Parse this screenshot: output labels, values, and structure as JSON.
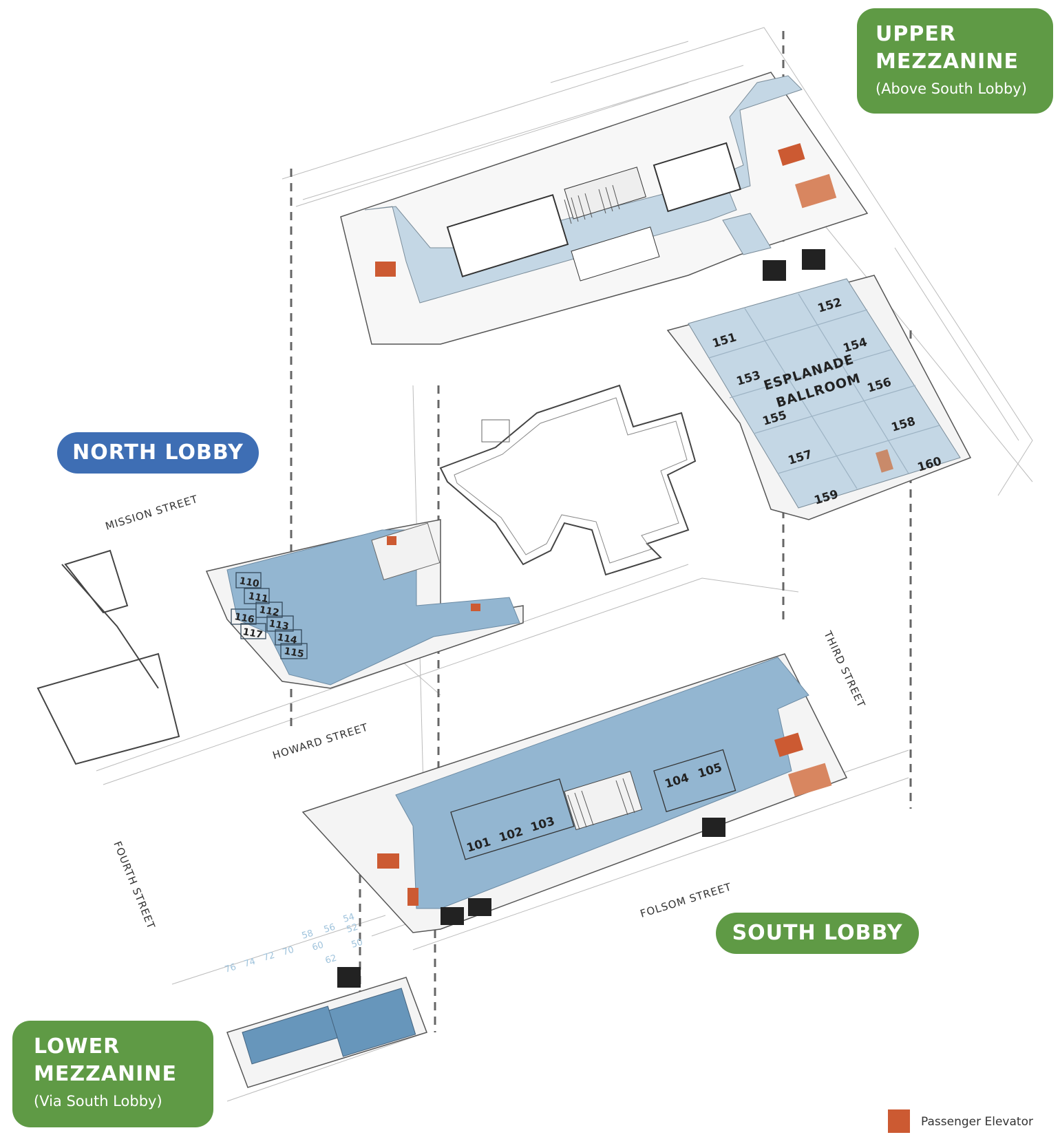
{
  "badges": {
    "upper": {
      "title_line1": "UPPER",
      "title_line2": "MEZZANINE",
      "subtitle": "(Above South Lobby)"
    },
    "north": {
      "title": "NORTH LOBBY"
    },
    "south": {
      "title": "SOUTH LOBBY"
    },
    "lower": {
      "title_line1": "LOWER",
      "title_line2": "MEZZANINE",
      "subtitle": "(Via South Lobby)"
    }
  },
  "streets": {
    "mission": "MISSION STREET",
    "howard": "HOWARD STREET",
    "third": "THIRD STREET",
    "fourth": "FOURTH STREET",
    "folsom": "FOLSOM STREET"
  },
  "ballroom": {
    "line1": "ESPLANADE",
    "line2": "BALLROOM"
  },
  "rooms": {
    "r151": "151",
    "r152": "152",
    "r153": "153",
    "r154": "154",
    "r155": "155",
    "r156": "156",
    "r157": "157",
    "r158": "158",
    "r159": "159",
    "r160": "160",
    "r110": "110",
    "r111": "111",
    "r112": "112",
    "r113": "113",
    "r114": "114",
    "r115": "115",
    "r116": "116",
    "r117": "117",
    "r101": "101",
    "r102": "102",
    "r103": "103",
    "r104": "104",
    "r105": "105"
  },
  "bus_stops": {
    "b76": "76",
    "b74": "74",
    "b72": "72",
    "b70": "70",
    "b58": "58",
    "b56": "56",
    "b54": "54",
    "b52": "52",
    "b60": "60",
    "b62": "62",
    "b50": "50"
  },
  "legend": {
    "label": "Passenger Elevator"
  },
  "colors": {
    "room_light": "#c4d7e5",
    "room_mid": "#93b6d1",
    "room_dark": "#6796bb",
    "elevator": "#cc5a32",
    "badge_green": "#5f9a45",
    "badge_blue": "#3e6eb4",
    "linework": "#555555"
  }
}
